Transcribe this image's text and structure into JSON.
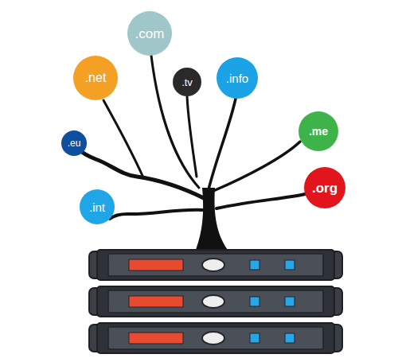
{
  "diagram": {
    "nodes": [
      {
        "text": [
          ".com"
        ]
      },
      {
        "text": [
          ".net"
        ]
      },
      {
        "text": [
          ".tv"
        ]
      },
      {
        "text": [
          ".info"
        ]
      },
      {
        "text": [
          ".eu"
        ]
      },
      {
        "text": [
          ".me"
        ]
      },
      {
        "text": [
          ".org"
        ]
      },
      {
        "text": [
          ".int"
        ]
      }
    ]
  }
}
